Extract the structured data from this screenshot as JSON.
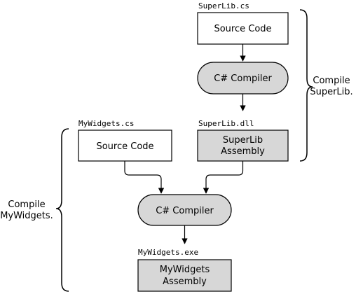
{
  "colors": {
    "code_box_fill": "#ffffff",
    "compiler_fill": "#d7d7d7",
    "assembly_fill": "#d7d7d7",
    "stroke": "#000000"
  },
  "superlib_flow": {
    "file_label": "SuperLib.cs",
    "source_box": "Source Code",
    "compiler": "C# Compiler",
    "output_label": "SuperLib.dll",
    "assembly_line1": "SuperLib",
    "assembly_line2": "Assembly"
  },
  "mywidgets_flow": {
    "file_label": "MyWidgets.cs",
    "source_box": "Source Code",
    "compiler": "C# Compiler",
    "output_label": "MyWidgets.exe",
    "assembly_line1": "MyWidgets",
    "assembly_line2": "Assembly"
  },
  "braces": {
    "compile_superlib_line1": "Compile",
    "compile_superlib_line2": "SuperLib.",
    "compile_mywidgets_line1": "Compile",
    "compile_mywidgets_line2": "MyWidgets."
  }
}
